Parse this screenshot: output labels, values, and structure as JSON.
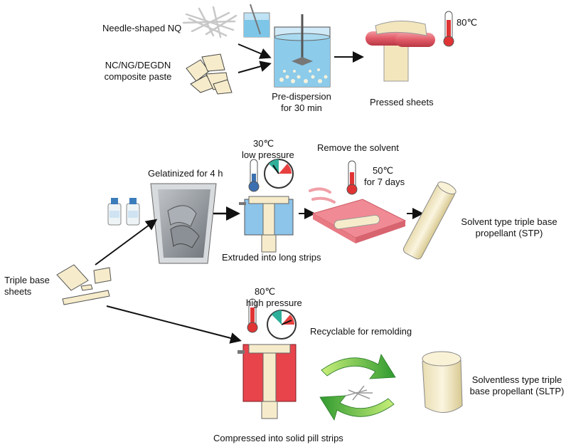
{
  "labels": {
    "needle_nq": "Needle-shaped NQ",
    "paste_line1": "NC/NG/DEGDN",
    "paste_line2": "composite paste",
    "predispersion_line1": "Pre-dispersion",
    "predispersion_line2": "for 30 min",
    "pressed_sheets": "Pressed sheets",
    "temp_80_top": "80℃",
    "gelatinized": "Gelatinized for 4 h",
    "temp_30": "30℃",
    "low_pressure": "low pressure",
    "remove_solvent": "Remove the solvent",
    "temp_50": "50℃",
    "for_7_days": "for 7 days",
    "extruded": "Extruded into long strips",
    "stp_line1": "Solvent type triple base",
    "stp_line2": "propellant (STP)",
    "triple_line1": "Triple base",
    "triple_line2": "sheets",
    "temp_80_bottom": "80℃",
    "high_pressure": "high pressure",
    "recyclable": "Recyclable for remolding",
    "sltp_line1": "Solventless type triple",
    "sltp_line2": "base propellant (SLTP)",
    "compressed": "Compressed into solid pill strips"
  },
  "colors": {
    "arrow": "#111111",
    "sheet": "#f6eccb",
    "roller": "#e05a66",
    "water": "#7ec6e8",
    "extruder_blue": "#8cc4ea",
    "extruder_red": "#e8444c",
    "recycle_green": "#3aa83a",
    "tray_pink": "#f08a94"
  }
}
